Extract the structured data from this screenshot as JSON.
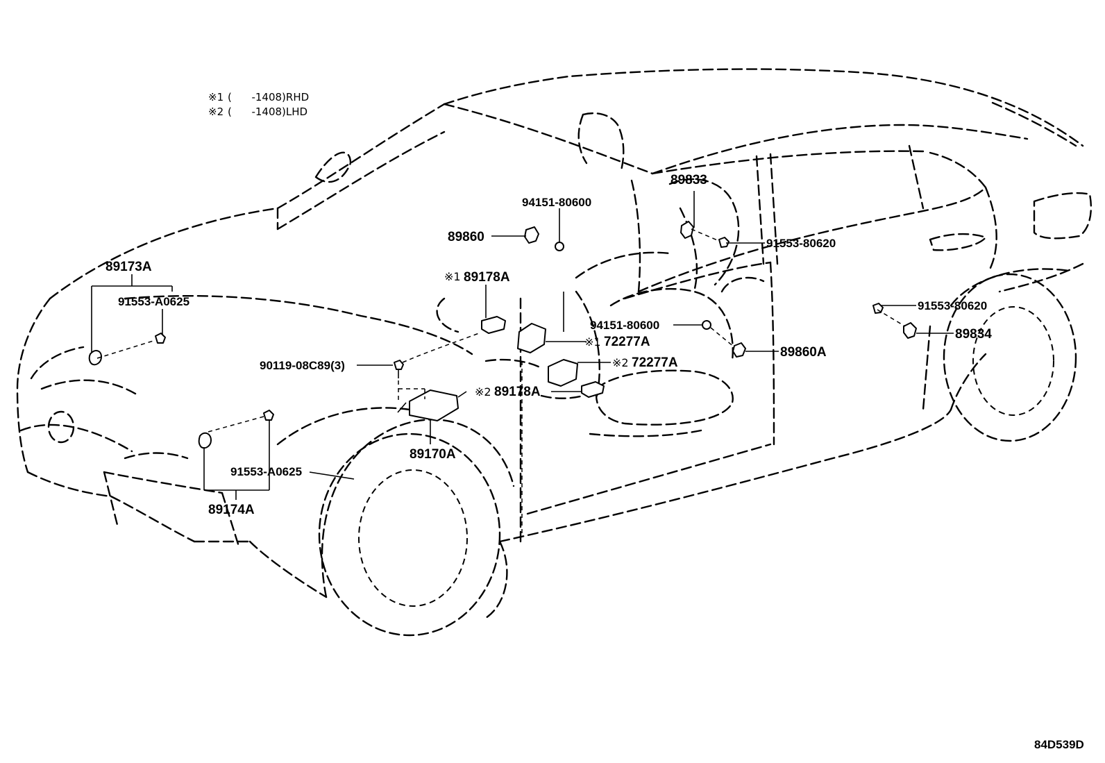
{
  "notes": [
    {
      "mark": "※1",
      "text": "(      -1408)RHD"
    },
    {
      "mark": "※2",
      "text": "(      -1408)LHD"
    }
  ],
  "callouts": {
    "p89833": "89833",
    "p94151_80600_top": "94151-80600",
    "p89860": "89860",
    "p91553_80620_right": "91553-80620",
    "p89173A": "89173A",
    "p91553_A0625_top": "91553-A0625",
    "p89178A_1": "89178A",
    "p94151_80600_mid": "94151-80600",
    "p72277A_1": "72277A",
    "p89860A": "89860A",
    "p91553_80620_rear": "91553-80620",
    "p89834": "89834",
    "p90119": "90119-08C89(3)",
    "p72277A_2": "72277A",
    "p89178A_2": "89178A",
    "p89170A": "89170A",
    "p91553_A0625_bottom": "91553-A0625",
    "p89174A": "89174A"
  },
  "marks": {
    "m1": "※1",
    "m2": "※2"
  },
  "diagram_code": "84D539D"
}
